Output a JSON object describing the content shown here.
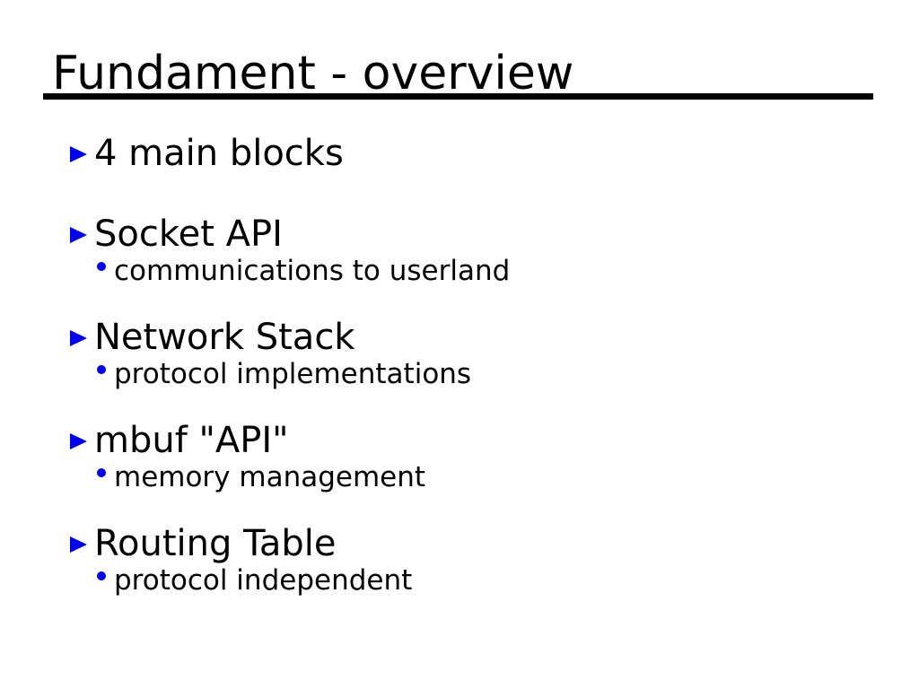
{
  "slide": {
    "title": "Fundament - overview",
    "bullets": [
      {
        "label": "4 main blocks",
        "sub": null
      },
      {
        "label": "Socket API",
        "sub": "communications to userland"
      },
      {
        "label": "Network Stack",
        "sub": "protocol implementations"
      },
      {
        "label": "mbuf \"API\"",
        "sub": "memory management"
      },
      {
        "label": "Routing Table",
        "sub": "protocol independent"
      }
    ],
    "colors": {
      "background": "#ffffff",
      "text": "#000000",
      "bullet": "#0000ee",
      "rule": "#000000"
    }
  }
}
